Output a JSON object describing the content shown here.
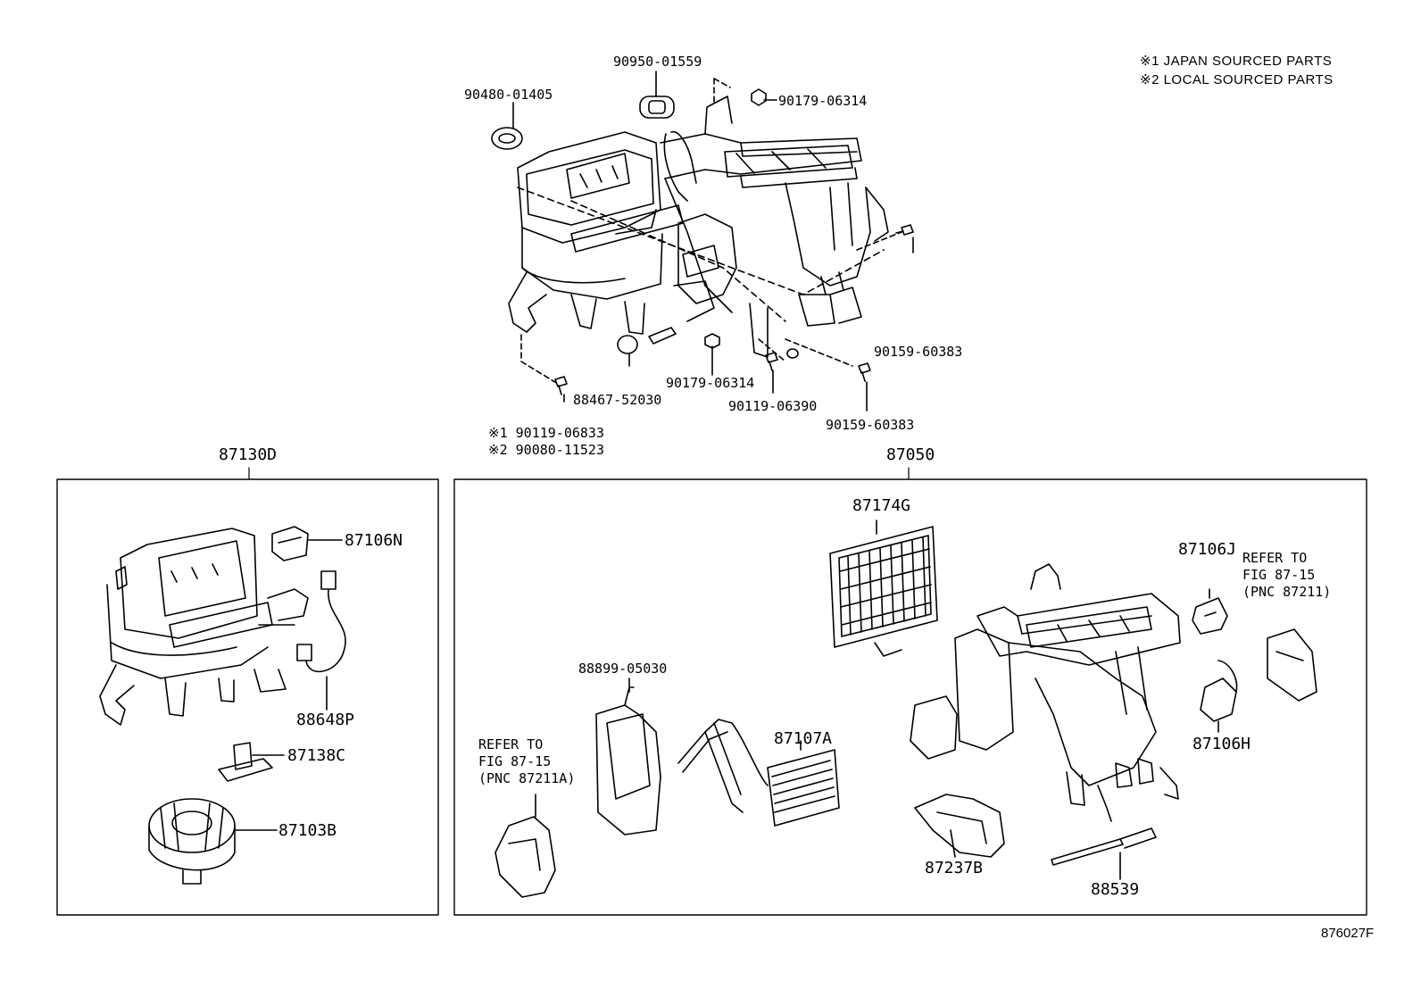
{
  "notes": [
    "※1 JAPAN SOURCED PARTS",
    "※2 LOCAL SOURCED PARTS"
  ],
  "figure_id": "876027F",
  "top_assembly_labels": {
    "p1": "90950-01559",
    "p2": "90480-01405",
    "p3": "90179-06314",
    "p4": "90159-60383",
    "p5": "88467-52030",
    "p6": "90179-06314",
    "p7": "90119-06390",
    "p8": "90159-60383",
    "p9a": "※1 90119-06833",
    "p9b": "※2 90080-11523"
  },
  "left_box": {
    "title": "87130D",
    "labels": {
      "l1": "87106N",
      "l2": "88648P",
      "l3": "87138C",
      "l4": "87103B"
    }
  },
  "right_box": {
    "title": "87050",
    "labels": {
      "r1": "87174G",
      "r2": "87106J",
      "r3": "88899-05030",
      "r4": "87107A",
      "r5": "87106H",
      "r6": "87237B",
      "r7": "88539"
    },
    "refer_right": [
      "REFER TO",
      "FIG 87-15",
      "(PNC 87211)"
    ],
    "refer_left": [
      "REFER TO",
      "FIG 87-15",
      "(PNC 87211A)"
    ]
  }
}
